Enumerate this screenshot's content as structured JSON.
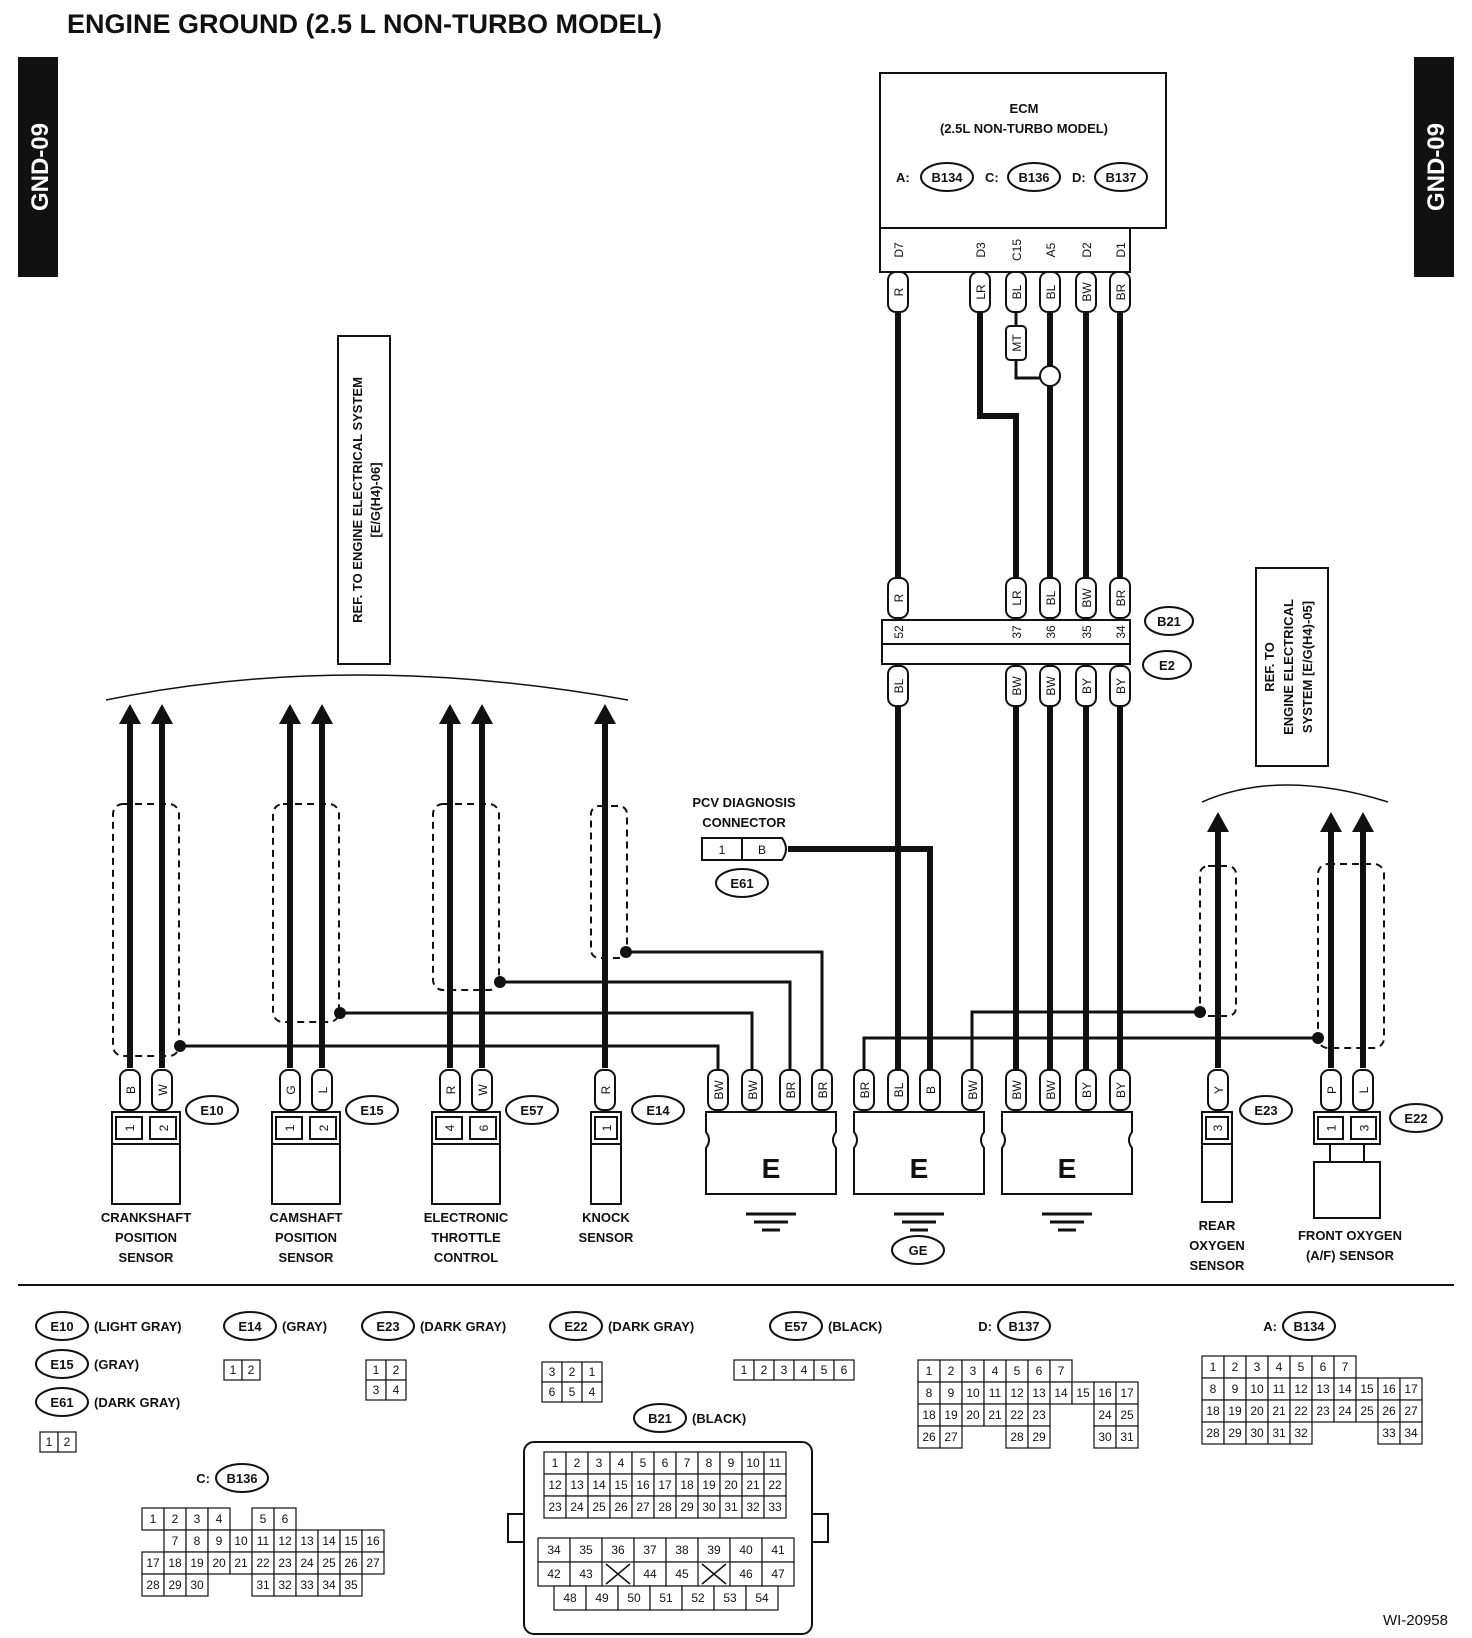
{
  "title": "ENGINE GROUND (2.5 L NON-TURBO MODEL)",
  "side_tab": "GND-09",
  "figure_id": "WI-20958",
  "ecm": {
    "name": "ECM",
    "model": "(2.5L NON-TURBO MODEL)",
    "connectors": [
      {
        "prefix": "A:",
        "id": "B134"
      },
      {
        "prefix": "C:",
        "id": "B136"
      },
      {
        "prefix": "D:",
        "id": "B137"
      }
    ],
    "pins": [
      "D7",
      "D3",
      "C15",
      "A5",
      "D2",
      "D1"
    ],
    "pin_colors": [
      "R",
      "LR",
      "BL",
      "BL",
      "BW",
      "BR"
    ],
    "mt_label": "MT"
  },
  "ref_left": [
    "REF. TO ENGINE ELECTRICAL SYSTEM",
    "[E/G(H4)-06]"
  ],
  "ref_right": [
    "REF. TO",
    "ENGINE ELECTRICAL",
    "SYSTEM [E/G(H4)-05]"
  ],
  "junction": {
    "upper_colors": [
      "R",
      "LR",
      "BL",
      "BW",
      "BR"
    ],
    "pins": [
      "52",
      "37",
      "36",
      "35",
      "34"
    ],
    "lower_colors": [
      "BL",
      "BW",
      "BW",
      "BY",
      "BY"
    ],
    "b21": "B21",
    "e2": "E2"
  },
  "pcv": {
    "name_line1": "PCV DIAGNOSIS",
    "name_line2": "CONNECTOR",
    "pins": [
      "1",
      "B"
    ],
    "id": "E61"
  },
  "sensors": [
    {
      "wires": [
        "B",
        "W"
      ],
      "pins": [
        "1",
        "2"
      ],
      "id": "E10",
      "name": [
        "CRANKSHAFT",
        "POSITION",
        "SENSOR"
      ]
    },
    {
      "wires": [
        "G",
        "L"
      ],
      "pins": [
        "1",
        "2"
      ],
      "id": "E15",
      "name": [
        "CAMSHAFT",
        "POSITION",
        "SENSOR"
      ]
    },
    {
      "wires": [
        "R",
        "W"
      ],
      "pins": [
        "4",
        "6"
      ],
      "id": "E57",
      "name": [
        "ELECTRONIC",
        "THROTTLE",
        "CONTROL"
      ]
    },
    {
      "wires": [
        "R"
      ],
      "pins": [
        "1"
      ],
      "id": "E14",
      "name": [
        "KNOCK",
        "SENSOR"
      ]
    },
    {
      "wires": [
        "Y"
      ],
      "pins": [
        "3"
      ],
      "id": "E23",
      "name": [
        "REAR",
        "OXYGEN",
        "SENSOR"
      ]
    },
    {
      "wires": [
        "P",
        "L"
      ],
      "pins": [
        "1",
        "3"
      ],
      "id": "E22",
      "name": [
        "FRONT OXYGEN",
        "(A/F) SENSOR"
      ]
    }
  ],
  "grounds": [
    {
      "colors": [
        "BW",
        "BW",
        "BR",
        "BR"
      ],
      "letter": "E"
    },
    {
      "colors": [
        "BR",
        "BL",
        "B",
        "BW"
      ],
      "letter": "E",
      "tag": "GE"
    },
    {
      "colors": [
        "BW",
        "BW",
        "BY",
        "BY"
      ],
      "letter": "E"
    }
  ],
  "legend": [
    {
      "id": "E10",
      "desc": "(LIGHT GRAY)"
    },
    {
      "id": "E15",
      "desc": "(GRAY)"
    },
    {
      "id": "E61",
      "desc": "(DARK GRAY)"
    },
    {
      "id": "E14",
      "desc": "(GRAY)"
    },
    {
      "id": "E23",
      "desc": "(DARK GRAY)"
    },
    {
      "id": "E22",
      "desc": "(DARK GRAY)"
    },
    {
      "id": "E57",
      "desc": "(BLACK)"
    },
    {
      "id": "B21",
      "desc": "(BLACK)"
    },
    {
      "id": "B137",
      "prefix": "D:"
    },
    {
      "id": "B134",
      "prefix": "A:"
    },
    {
      "id": "B136",
      "prefix": "C:"
    }
  ],
  "pinouts": {
    "e61": [
      [
        "1",
        "2"
      ]
    ],
    "e14": [
      [
        "1",
        "2"
      ]
    ],
    "e23": [
      [
        "1",
        "2"
      ],
      [
        "3",
        "4"
      ]
    ],
    "e22": [
      [
        "3",
        "2",
        "1"
      ],
      [
        "6",
        "5",
        "4"
      ]
    ],
    "e57": [
      [
        "1",
        "2",
        "3",
        "4",
        "5",
        "6"
      ]
    ],
    "b137": [
      [
        "1",
        "2",
        "3",
        "4",
        "5",
        "6",
        "7"
      ],
      [
        "8",
        "9",
        "10",
        "11",
        "12",
        "13",
        "14",
        "15",
        "16",
        "17"
      ],
      [
        "18",
        "19",
        "20",
        "21",
        "22",
        "23",
        "",
        "",
        "24",
        "25"
      ],
      [
        "26",
        "27",
        "",
        "",
        "28",
        "29",
        "",
        "",
        "30",
        "31"
      ]
    ],
    "b134": [
      [
        "1",
        "2",
        "3",
        "4",
        "5",
        "6",
        "7"
      ],
      [
        "8",
        "9",
        "10",
        "11",
        "12",
        "13",
        "14",
        "15",
        "16",
        "17"
      ],
      [
        "18",
        "19",
        "20",
        "21",
        "22",
        "23",
        "24",
        "25",
        "26",
        "27"
      ],
      [
        "28",
        "29",
        "30",
        "31",
        "32",
        "",
        "",
        "",
        "33",
        "34"
      ]
    ],
    "b136": [
      [
        "1",
        "2",
        "3",
        "4",
        "",
        "5",
        "6"
      ],
      [
        "7",
        "8",
        "9",
        "10",
        "11",
        "12",
        "13",
        "14",
        "15",
        "16"
      ],
      [
        "17",
        "18",
        "19",
        "20",
        "21",
        "22",
        "23",
        "24",
        "25",
        "26",
        "27"
      ],
      [
        "28",
        "29",
        "30",
        "",
        "",
        "31",
        "32",
        "33",
        "34",
        "35"
      ]
    ],
    "b21": [
      [
        "1",
        "2",
        "3",
        "4",
        "5",
        "6",
        "7",
        "8",
        "9",
        "10",
        "11"
      ],
      [
        "12",
        "13",
        "14",
        "15",
        "16",
        "17",
        "18",
        "19",
        "20",
        "21",
        "22"
      ],
      [
        "23",
        "24",
        "25",
        "26",
        "27",
        "28",
        "29",
        "30",
        "31",
        "32",
        "33"
      ],
      [
        "34",
        "35",
        "36",
        "37",
        "38",
        "39",
        "40",
        "41"
      ],
      [
        "42",
        "43",
        "",
        "44",
        "45",
        "",
        "46",
        "47"
      ],
      [
        "48",
        "49",
        "50",
        "51",
        "52",
        "53",
        "54"
      ]
    ]
  }
}
